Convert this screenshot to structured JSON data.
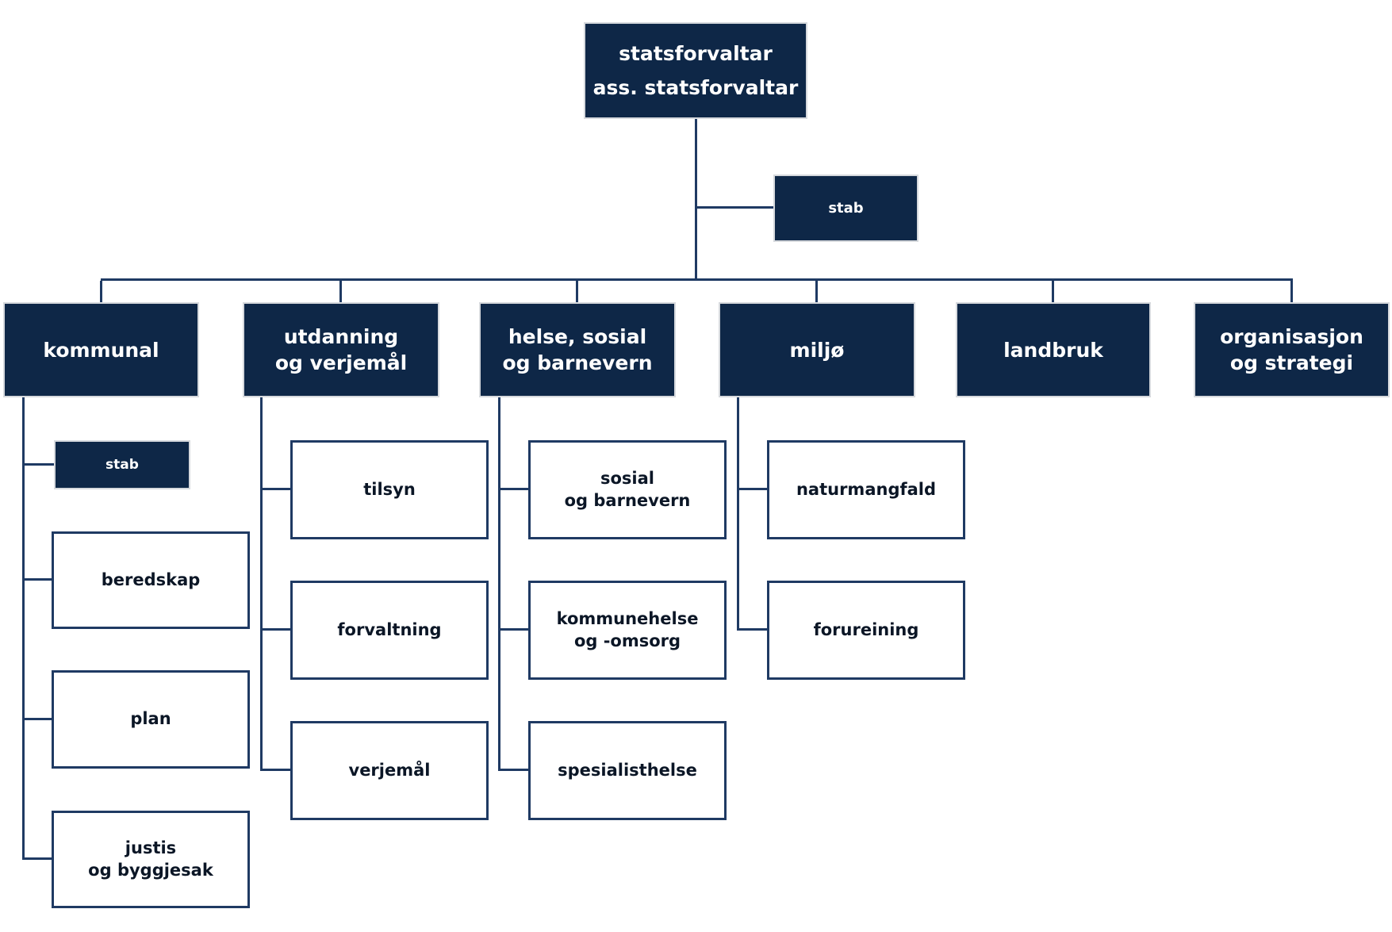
{
  "palette": {
    "box_fill_dark": "#0e2747",
    "box_border_dark_outline": "#d6d9dd",
    "box_border_light": "#1f3a63",
    "connector_line": "#1f3a63",
    "text_on_dark": "#ffffff",
    "text_on_light": "#0b1626",
    "background": "#ffffff"
  },
  "root": {
    "label": "statsforvaltar\nass. statsforvaltar"
  },
  "staff": {
    "label": "stab"
  },
  "departments": [
    {
      "label": "kommunal",
      "children": [
        {
          "label": "stab",
          "variant": "dark"
        },
        {
          "label": "beredskap",
          "variant": "light"
        },
        {
          "label": "plan",
          "variant": "light"
        },
        {
          "label": "justis\nog byggjesak",
          "variant": "light"
        }
      ]
    },
    {
      "label": "utdanning\nog verjemål",
      "children": [
        {
          "label": "tilsyn",
          "variant": "light"
        },
        {
          "label": "forvaltning",
          "variant": "light"
        },
        {
          "label": "verjemål",
          "variant": "light"
        }
      ]
    },
    {
      "label": "helse, sosial\nog barnevern",
      "children": [
        {
          "label": "sosial\nog barnevern",
          "variant": "light"
        },
        {
          "label": "kommunehelse\nog -omsorg",
          "variant": "light"
        },
        {
          "label": "spesialisthelse",
          "variant": "light"
        }
      ]
    },
    {
      "label": "miljø",
      "children": [
        {
          "label": "naturmangfald",
          "variant": "light"
        },
        {
          "label": "forureining",
          "variant": "light"
        }
      ]
    },
    {
      "label": "landbruk",
      "children": []
    },
    {
      "label": "organisasjon\nog strategi",
      "children": []
    }
  ]
}
